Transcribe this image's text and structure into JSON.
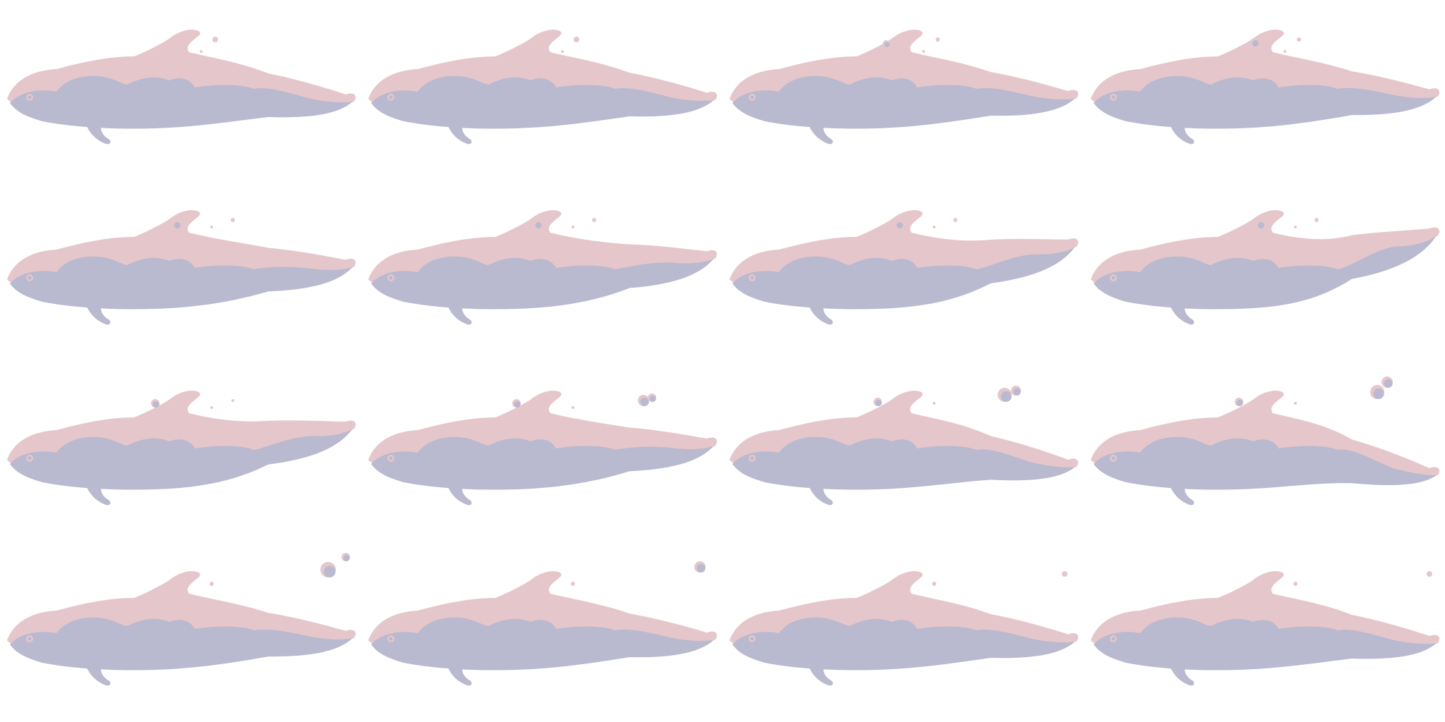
{
  "sprite_sheet": {
    "subject": "dolphin-swim-cycle",
    "columns": 4,
    "rows": 4,
    "frame_count": 16,
    "colors": {
      "upper_body": "#e5c7cb",
      "lower_body": "#b9b9cf",
      "eye_ring": "#e5c7cb",
      "eye": "#b9b9cf",
      "background": "#ffffff"
    },
    "frames": [
      {
        "index": 1,
        "tail_lift": 0.0,
        "bubbles": [
          [
            305,
            56,
            4
          ],
          [
            285,
            73,
            2
          ]
        ]
      },
      {
        "index": 2,
        "tail_lift": 0.02,
        "bubbles": [
          [
            305,
            56,
            4
          ],
          [
            285,
            73,
            2
          ]
        ]
      },
      {
        "index": 3,
        "tail_lift": 0.04,
        "bubbles": [
          [
            305,
            56,
            3
          ],
          [
            285,
            73,
            2
          ],
          [
            232,
            62,
            5
          ]
        ]
      },
      {
        "index": 4,
        "tail_lift": 0.06,
        "bubbles": [
          [
            305,
            56,
            3
          ],
          [
            285,
            73,
            2
          ],
          [
            242,
            60,
            6
          ]
        ]
      },
      {
        "index": 5,
        "tail_lift": 0.18,
        "bubbles": [
          [
            330,
            56,
            3
          ],
          [
            300,
            66,
            2
          ],
          [
            250,
            62,
            6
          ]
        ]
      },
      {
        "index": 6,
        "tail_lift": 0.28,
        "bubbles": [
          [
            330,
            56,
            3
          ],
          [
            300,
            66,
            2
          ],
          [
            250,
            62,
            6
          ]
        ]
      },
      {
        "index": 7,
        "tail_lift": 0.42,
        "bubbles": [
          [
            330,
            56,
            3
          ],
          [
            300,
            66,
            2
          ],
          [
            250,
            62,
            6
          ]
        ]
      },
      {
        "index": 8,
        "tail_lift": 0.55,
        "bubbles": [
          [
            330,
            56,
            3
          ],
          [
            300,
            66,
            2
          ],
          [
            250,
            62,
            6
          ]
        ]
      },
      {
        "index": 9,
        "tail_lift": 0.4,
        "bubbles": [
          [
            330,
            56,
            2
          ],
          [
            300,
            66,
            2
          ],
          [
            220,
            60,
            6
          ]
        ]
      },
      {
        "index": 10,
        "tail_lift": 0.2,
        "bubbles": [
          [
            400,
            56,
            8
          ],
          [
            412,
            52,
            6
          ],
          [
            300,
            66,
            2
          ],
          [
            220,
            60,
            6
          ]
        ]
      },
      {
        "index": 11,
        "tail_lift": -0.05,
        "bubbles": [
          [
            400,
            48,
            10
          ],
          [
            416,
            42,
            7
          ],
          [
            300,
            60,
            2
          ],
          [
            220,
            58,
            6
          ]
        ]
      },
      {
        "index": 12,
        "tail_lift": -0.15,
        "bubbles": [
          [
            416,
            44,
            10
          ],
          [
            430,
            30,
            8
          ],
          [
            300,
            60,
            2
          ],
          [
            220,
            58,
            6
          ]
        ]
      },
      {
        "index": 13,
        "tail_lift": 0.06,
        "bubbles": [
          [
            465,
            40,
            11
          ],
          [
            490,
            22,
            6
          ],
          [
            300,
            60,
            3
          ],
          [
            255,
            55,
            2
          ]
        ]
      },
      {
        "index": 14,
        "tail_lift": 0.04,
        "bubbles": [
          [
            480,
            36,
            8
          ],
          [
            300,
            60,
            3
          ],
          [
            255,
            55,
            2
          ]
        ]
      },
      {
        "index": 15,
        "tail_lift": 0.02,
        "bubbles": [
          [
            485,
            46,
            4
          ],
          [
            300,
            60,
            3
          ],
          [
            255,
            55,
            2
          ]
        ]
      },
      {
        "index": 16,
        "tail_lift": 0.0,
        "bubbles": [
          [
            490,
            46,
            4
          ],
          [
            300,
            60,
            3
          ],
          [
            255,
            55,
            2
          ]
        ]
      }
    ]
  }
}
